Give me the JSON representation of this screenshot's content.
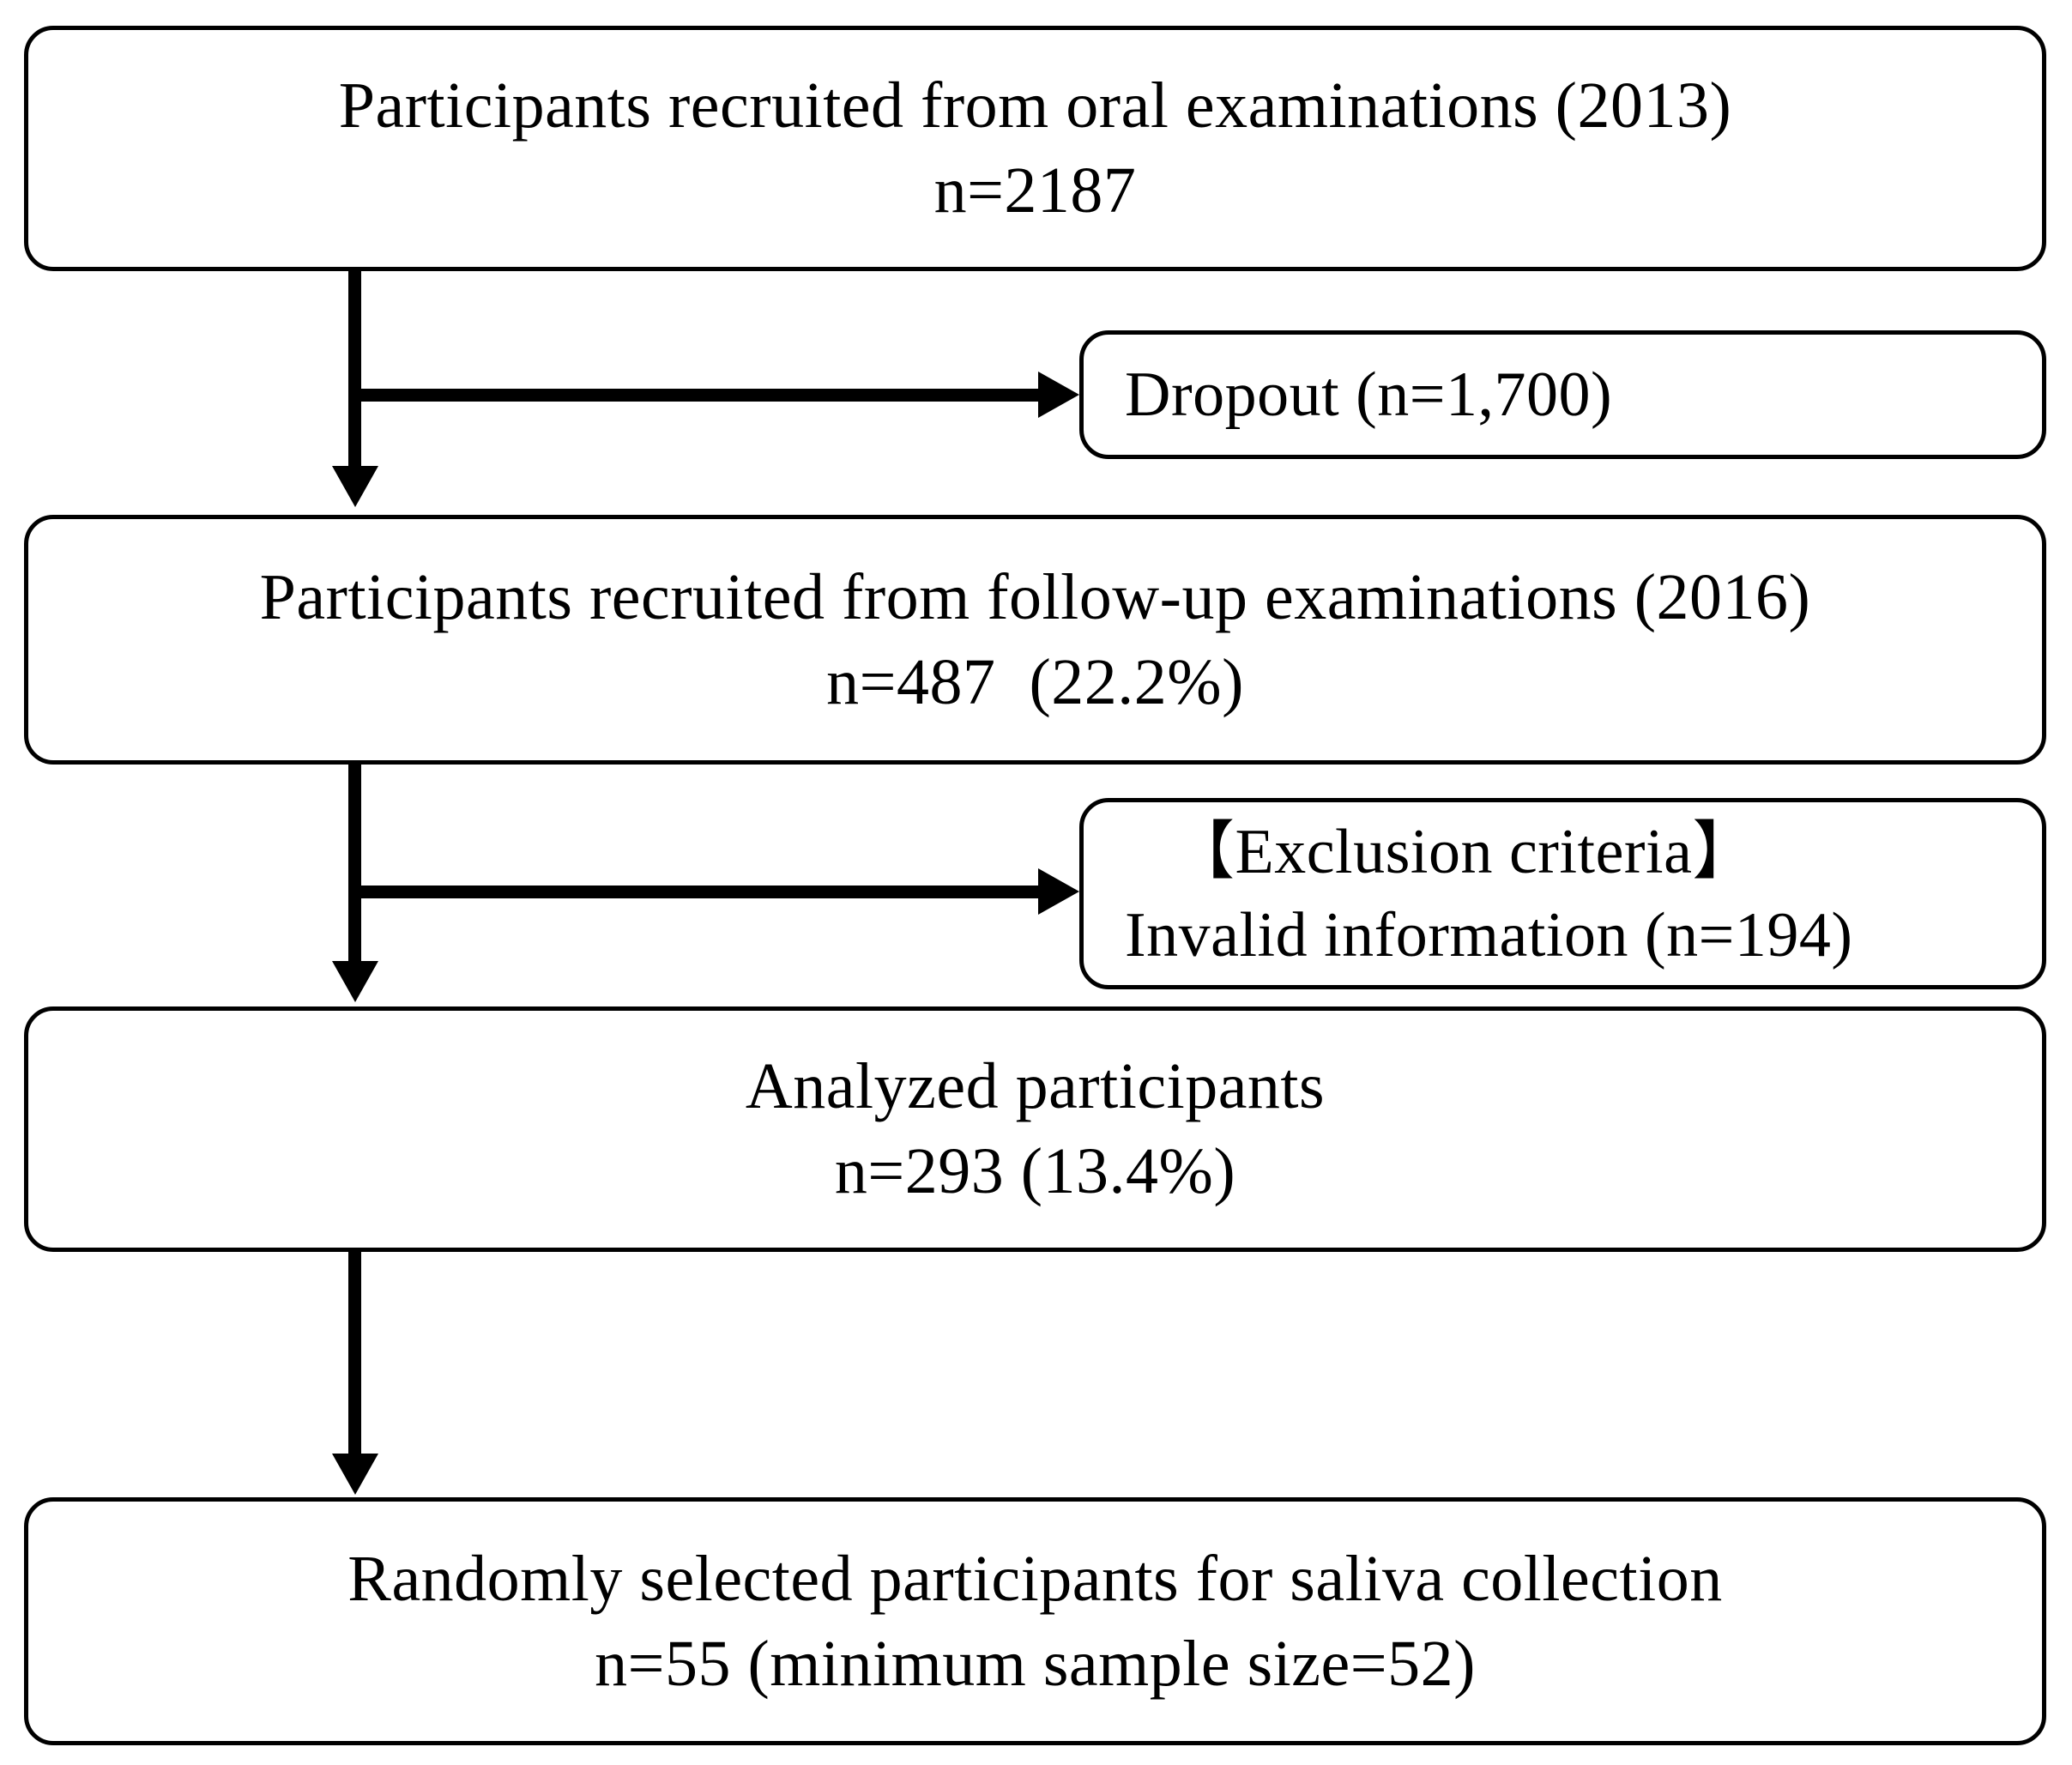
{
  "figure": {
    "type": "flowchart",
    "title": "Participant recruitment and selection flow diagram",
    "orientation": "top-to-bottom",
    "colors": {
      "background": "#ffffff",
      "stroke": "#000000",
      "text": "#000000"
    }
  },
  "nodes": {
    "recruited_2013": {
      "name": "participants-recruited-oral-exams-2013",
      "line1": "Participants recruited from oral examinations (2013)",
      "line2": "n=2187",
      "n": 2187,
      "year": 2013
    },
    "dropout": {
      "name": "dropout",
      "line1": "Dropout (n=1,700)",
      "n": 1700
    },
    "followup_2016": {
      "name": "participants-recruited-followup-exams-2016",
      "line1": "Participants recruited from follow-up examinations (2016)",
      "line2": "n=487  (22.2%)",
      "n": 487,
      "percent": "22.2%",
      "year": 2016
    },
    "exclusion": {
      "name": "exclusion-criteria",
      "line1": "【Exclusion criteria】",
      "line2": "Invalid information (n=194)",
      "n": 194
    },
    "analyzed": {
      "name": "analyzed-participants",
      "line1": "Analyzed participants",
      "line2": "n=293 (13.4%)",
      "n": 293,
      "percent": "13.4%"
    },
    "random_saliva": {
      "name": "randomly-selected-participants-saliva",
      "line1": "Randomly selected participants for saliva collection",
      "line2": "n=55 (minimum sample size=52)",
      "n": 55,
      "minimum_sample_size": 52
    }
  },
  "connectors": [
    {
      "name": "recruited-2013-to-followup-2016",
      "from": "recruited_2013",
      "to": "followup_2016",
      "style": "arrow-down"
    },
    {
      "name": "recruited-2013-to-dropout",
      "from": "recruited_2013",
      "to": "dropout",
      "style": "arrow-right"
    },
    {
      "name": "followup-2016-to-analyzed",
      "from": "followup_2016",
      "to": "analyzed",
      "style": "arrow-down"
    },
    {
      "name": "followup-2016-to-exclusion",
      "from": "followup_2016",
      "to": "exclusion",
      "style": "arrow-right"
    },
    {
      "name": "analyzed-to-random-saliva",
      "from": "analyzed",
      "to": "random_saliva",
      "style": "arrow-down"
    }
  ]
}
